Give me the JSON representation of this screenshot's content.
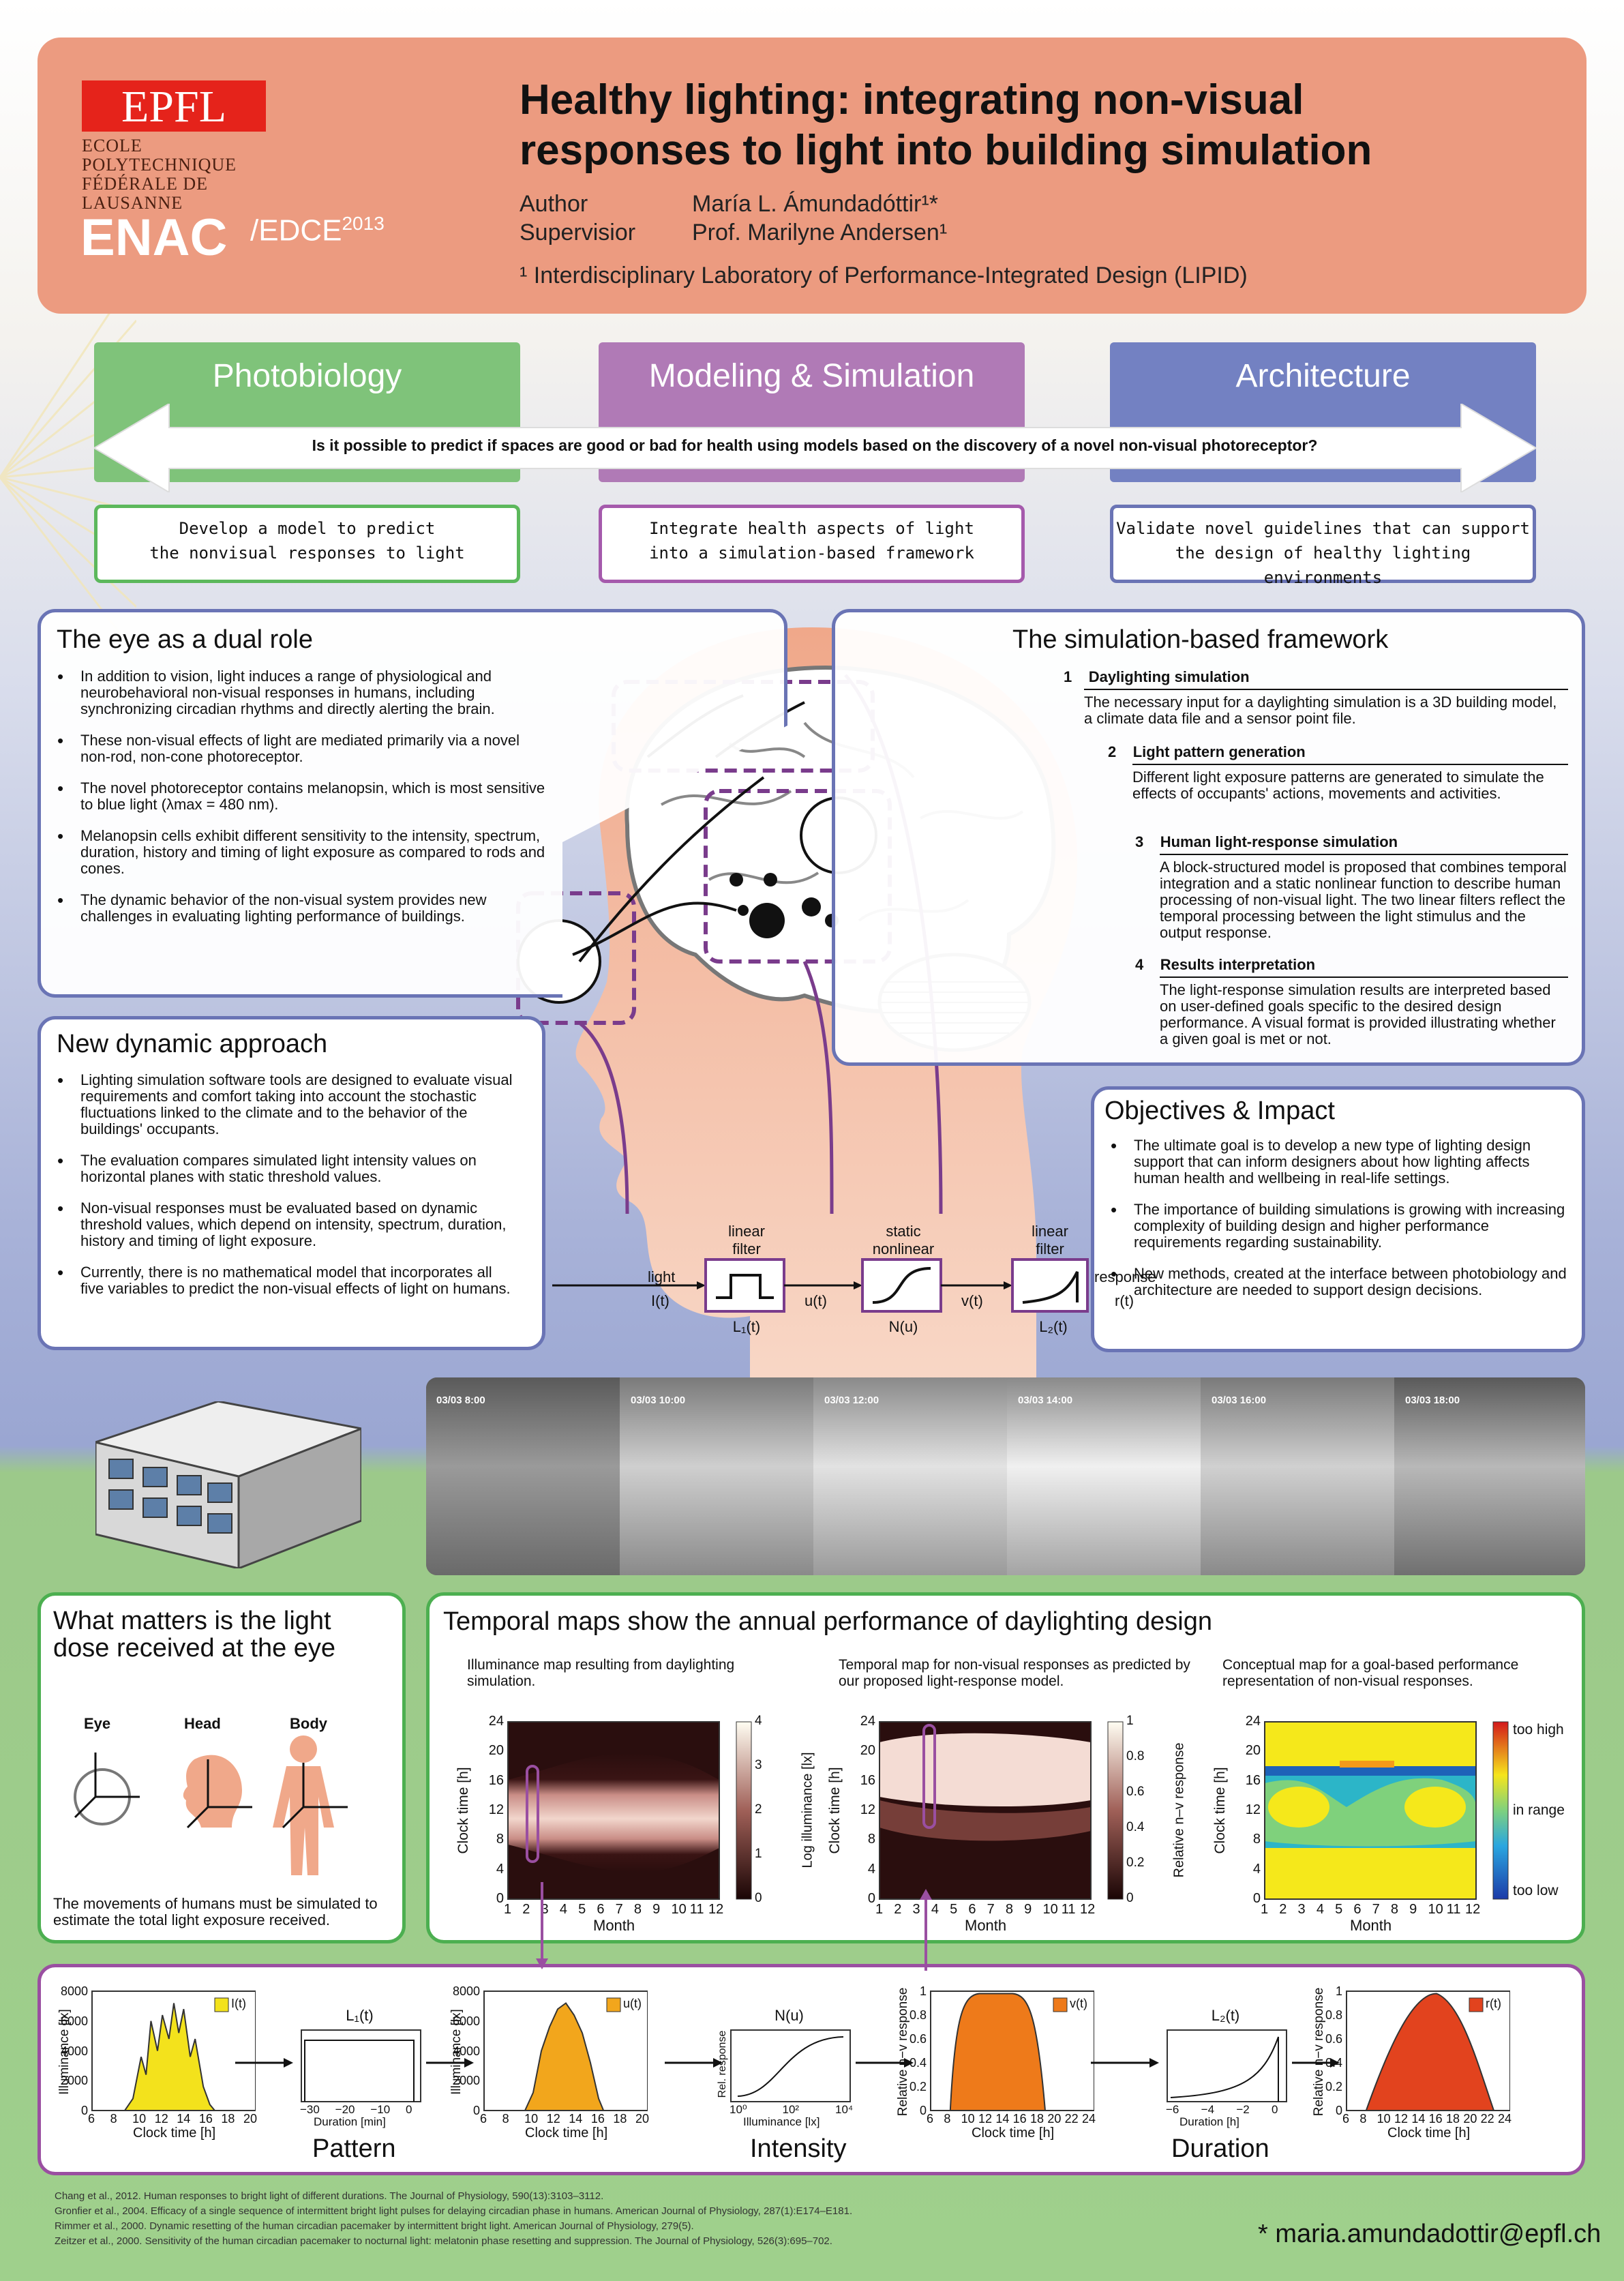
{
  "header": {
    "logo_text": "EPFL",
    "logo_sub_line1": "ECOLE POLYTECHNIQUE",
    "logo_sub_line2": "FÉDÉRALE DE LAUSANNE",
    "enac": "ENAC",
    "edce": "/EDCE",
    "edce_year": "2013",
    "title_line1": "Healthy lighting: integrating non-visual",
    "title_line2": "responses to light into building simulation",
    "author_label": "Author",
    "author_value": "María L. Ámundadóttir¹*",
    "supervisor_label": "Supervisior",
    "supervisor_value": "Prof. Marilyne Andersen¹",
    "affiliation": "¹ Interdisciplinary Laboratory of Performance-Integrated Design (LIPID)"
  },
  "pillars": [
    {
      "label": "Photobiology",
      "color": "#7fc37a",
      "goal_line1": "Develop a model to predict",
      "goal_line2": "the nonvisual responses to light"
    },
    {
      "label": "Modeling & Simulation",
      "color": "#b07ab6",
      "goal_line1": "Integrate health aspects of light",
      "goal_line2": "into a simulation-based framework"
    },
    {
      "label": "Architecture",
      "color": "#7381c2",
      "goal_line1": "Validate novel guidelines that can support",
      "goal_line2": "the design of healthy lighting environments"
    }
  ],
  "question": "Is it possible to predict if spaces are good or bad for health using models based on the discovery of a novel non-visual photoreceptor?",
  "eye_panel": {
    "title": "The eye as a dual role",
    "bullets": [
      "In addition to vision, light induces a range of physiological and neurobehavioral non-visual responses in humans, including synchronizing circadian rhythms and directly alerting the brain.",
      "These non-visual effects of light are mediated primarily via a novel non-rod, non-cone photoreceptor.",
      "The novel photoreceptor contains melanopsin, which is most sensitive to blue light (λmax = 480 nm).",
      "Melanopsin cells exhibit different sensitivity to the intensity, spectrum, duration, history and timing of light exposure as compared to rods and cones.",
      "The dynamic behavior of the non-visual system provides new challenges in evaluating lighting performance of buildings."
    ]
  },
  "dynamic_panel": {
    "title": "New dynamic approach",
    "bullets": [
      "Lighting simulation software tools are designed to evaluate visual requirements and comfort taking into account the stochastic fluctuations linked to the climate and to the behavior of the buildings' occupants.",
      "The evaluation compares simulated light intensity values on horizontal planes with static threshold values.",
      "Non-visual responses must be evaluated based on dynamic threshold values, which depend on intensity, spectrum, duration, history and timing of light exposure.",
      "Currently, there is no mathematical model that incorporates all five variables to predict the non-visual effects of light on humans."
    ]
  },
  "framework_panel": {
    "title": "The simulation-based framework",
    "steps": [
      {
        "num": "1",
        "head": "Daylighting simulation",
        "text": "The necessary input for a daylighting simulation is a 3D building model, a climate data file and a sensor point file."
      },
      {
        "num": "2",
        "head": "Light pattern generation",
        "text": "Different light exposure patterns are generated to simulate the effects of occupants' actions, movements and activities."
      },
      {
        "num": "3",
        "head": "Human light-response simulation",
        "text": "A block-structured model is proposed that combines temporal integration and a static nonlinear function to describe human processing of non-visual light. The two linear filters reflect the temporal processing between the light stimulus and the output response."
      },
      {
        "num": "4",
        "head": "Results interpretation",
        "text": "The light-response simulation results are interpreted based on user-defined goals specific to the desired design performance. A visual format is provided illustrating whether a given goal is met or not."
      }
    ]
  },
  "objectives_panel": {
    "title": "Objectives & Impact",
    "bullets": [
      "The ultimate goal is to develop a new type of lighting design support that can inform designers about how lighting affects human health and wellbeing in real-life settings.",
      "The importance of building simulations is growing with increasing complexity of building design and higher performance requirements regarding sustainability.",
      "New methods, created at the interface between photobiology and architecture are needed to support design decisions."
    ]
  },
  "block_model": {
    "input_label": "light",
    "input_sym": "I(t)",
    "f1_top": "linear",
    "f1_top2": "filter",
    "f1_sym": "L₁(t)",
    "mid1": "u(t)",
    "nl_top": "static",
    "nl_top2": "nonlinear",
    "nl_sym": "N(u)",
    "mid2": "v(t)",
    "f2_top": "linear",
    "f2_top2": "filter",
    "f2_sym": "L₂(t)",
    "output_label": "response",
    "output_sym": "r(t)"
  },
  "photos": [
    "03/03 8:00",
    "03/03 10:00",
    "03/03 12:00",
    "03/03 14:00",
    "03/03 16:00",
    "03/03 18:00"
  ],
  "dose_panel": {
    "title_line1": "What matters is the light",
    "title_line2": "dose received at the eye",
    "labels": [
      "Eye",
      "Head",
      "Body"
    ],
    "caption": "The movements of humans must be simulated to estimate the total light exposure received."
  },
  "temporal_panel": {
    "title": "Temporal maps show the annual performance of daylighting design",
    "maps": [
      {
        "caption": "Illuminance map resulting from daylighting simulation.",
        "ylabel": "Clock time [h]",
        "xlabel": "Month",
        "cbar_label": "Log illuminance [lx]",
        "cbar_ticks": [
          "4",
          "3",
          "2",
          "1",
          "0"
        ]
      },
      {
        "caption": "Temporal map for non-visual responses as predicted by our proposed light-response model.",
        "ylabel": "Clock time [h]",
        "xlabel": "Month",
        "cbar_label": "Relative n–v response",
        "cbar_ticks": [
          "1",
          "0.8",
          "0.6",
          "0.4",
          "0.2",
          "0"
        ]
      },
      {
        "caption": "Conceptual map for a goal-based performance representation of non-visual responses.",
        "ylabel": "Clock time [h]",
        "xlabel": "Month",
        "cbar_labels": [
          "too high",
          "in range",
          "too low"
        ]
      }
    ],
    "yticks": [
      "24",
      "20",
      "16",
      "12",
      "8",
      "4",
      "0"
    ],
    "xticks": [
      "1",
      "2",
      "3",
      "4",
      "5",
      "6",
      "7",
      "8",
      "9",
      "10",
      "11",
      "12"
    ]
  },
  "pipeline": {
    "chart1": {
      "legend": "I(t)",
      "ylabel": "Illuminance [lx]",
      "xlabel": "Clock time [h]",
      "yticks": [
        "8000",
        "6000",
        "4000",
        "2000",
        "0"
      ],
      "xticks": [
        "6",
        "8",
        "10",
        "12",
        "14",
        "16",
        "18",
        "20"
      ]
    },
    "filter1": {
      "title": "L₁(t)",
      "xlabel": "Duration [min]",
      "xticks": [
        "−30",
        "−20",
        "−10",
        "0"
      ]
    },
    "label1": "Pattern",
    "chart2": {
      "legend": "u(t)",
      "ylabel": "Illuminance [lx]",
      "xlabel": "Clock time [h]",
      "yticks": [
        "8000",
        "6000",
        "4000",
        "2000",
        "0"
      ],
      "xticks": [
        "6",
        "8",
        "10",
        "12",
        "14",
        "16",
        "18",
        "20"
      ]
    },
    "nonlin": {
      "title": "N(u)",
      "ylabel": "Rel. response",
      "xlabel": "Illuminance [lx]",
      "xticks": [
        "10⁰",
        "10²",
        "10⁴"
      ]
    },
    "label2": "Intensity",
    "chart3": {
      "legend": "v(t)",
      "ylabel": "Relative n−v response",
      "xlabel": "Clock time [h]",
      "yticks": [
        "1",
        "0.8",
        "0.6",
        "0.4",
        "0.2",
        "0"
      ],
      "xticks": [
        "6",
        "8",
        "10",
        "12",
        "14",
        "16",
        "18",
        "20",
        "22",
        "24"
      ]
    },
    "filter2": {
      "title": "L₂(t)",
      "xlabel": "Duration [h]",
      "xticks": [
        "−6",
        "−4",
        "−2",
        "0"
      ]
    },
    "label3": "Duration",
    "chart4": {
      "legend": "r(t)",
      "ylabel": "Relative n−v response",
      "xlabel": "Clock time [h]",
      "yticks": [
        "1",
        "0.8",
        "0.6",
        "0.4",
        "0.2",
        "0"
      ],
      "xticks": [
        "6",
        "8",
        "10",
        "12",
        "14",
        "16",
        "18",
        "20",
        "22",
        "24"
      ]
    },
    "colors": {
      "chart1": "#f3e21c",
      "chart2": "#f2a61c",
      "chart3": "#ee7a1a",
      "chart4": "#e2431e"
    }
  },
  "references": [
    "Chang et al., 2012. Human responses to bright light of different durations. The Journal of Physiology, 590(13):3103–3112.",
    "Gronfier et al., 2004. Efficacy of a single sequence of intermittent bright light pulses for delaying circadian phase in humans. American Journal of Physiology, 287(1):E174–E181.",
    "Rimmer et al., 2000. Dynamic resetting of the human circadian pacemaker by intermittent bright light. American Journal of Physiology, 279(5).",
    "Zeitzer et al., 2000. Sensitivity of the human circadian pacemaker to nocturnal light: melatonin phase resetting and suppression. The Journal of Physiology, 526(3):695–702."
  ],
  "email": "* maria.amundadottir@epfl.ch"
}
